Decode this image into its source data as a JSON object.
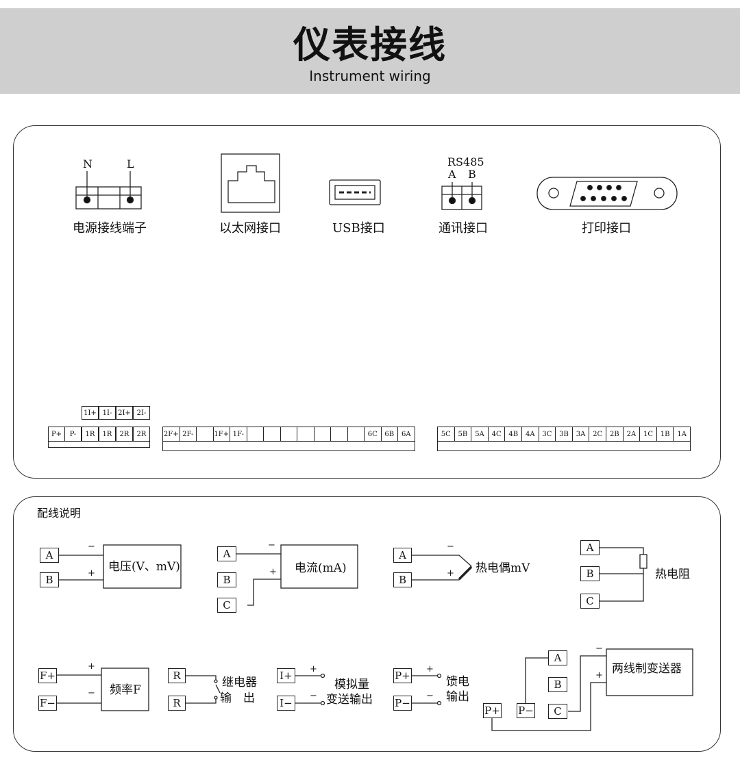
{
  "header": {
    "title": "仪表接线",
    "subtitle": "Instrument wiring"
  },
  "ports": {
    "power": {
      "n": "N",
      "l": "L",
      "label": "电源接线端子"
    },
    "ethernet": {
      "label": "以太网接口"
    },
    "usb": {
      "label": "USB接口"
    },
    "rs485": {
      "title": "RS485",
      "a": "A",
      "b": "B",
      "label": "通讯接口"
    },
    "print": {
      "label": "打印接口"
    }
  },
  "terminals": {
    "upper": [
      "1I+",
      "1I-",
      "2I+",
      "2I-"
    ],
    "group1": [
      "P+",
      "P-",
      "1R",
      "1R",
      "2R",
      "2R"
    ],
    "group2": [
      "2F+",
      "2F-",
      "",
      "1F+",
      "1F-",
      "",
      "",
      "",
      "",
      "",
      "",
      "",
      "6C",
      "6B",
      "6A"
    ],
    "group3": [
      "5C",
      "5B",
      "5A",
      "4C",
      "4B",
      "4A",
      "3C",
      "3B",
      "3A",
      "2C",
      "2B",
      "2A",
      "1C",
      "1B",
      "1A"
    ]
  },
  "wiring": {
    "title": "配线说明",
    "voltage": {
      "a": "A",
      "b": "B",
      "minus": "−",
      "plus": "+",
      "label": "电压(V、mV)"
    },
    "current": {
      "a": "A",
      "b": "B",
      "c": "C",
      "minus": "−",
      "plus": "+",
      "label": "电流(mA)"
    },
    "thermocouple": {
      "a": "A",
      "b": "B",
      "minus": "−",
      "plus": "+",
      "label": "热电偶mV"
    },
    "rtd": {
      "a": "A",
      "b": "B",
      "c": "C",
      "label": "热电阻"
    },
    "frequency": {
      "fp": "F+",
      "fm": "F−",
      "plus": "+",
      "minus": "−",
      "label": "频率F"
    },
    "relay": {
      "r1": "R",
      "r2": "R",
      "label1": "继电器",
      "label2": "输　出"
    },
    "analog": {
      "ip": "I+",
      "im": "I−",
      "plus": "+",
      "minus": "−",
      "label1": "模拟量",
      "label2": "变送输出"
    },
    "feed": {
      "pp": "P+",
      "pm": "P−",
      "plus": "+",
      "minus": "−",
      "label1": "馈电",
      "label2": "输出"
    },
    "transmitter": {
      "a": "A",
      "b": "B",
      "c": "C",
      "pp": "P+",
      "pm": "P−",
      "minus": "−",
      "plus": "+",
      "label": "两线制变送器"
    }
  }
}
